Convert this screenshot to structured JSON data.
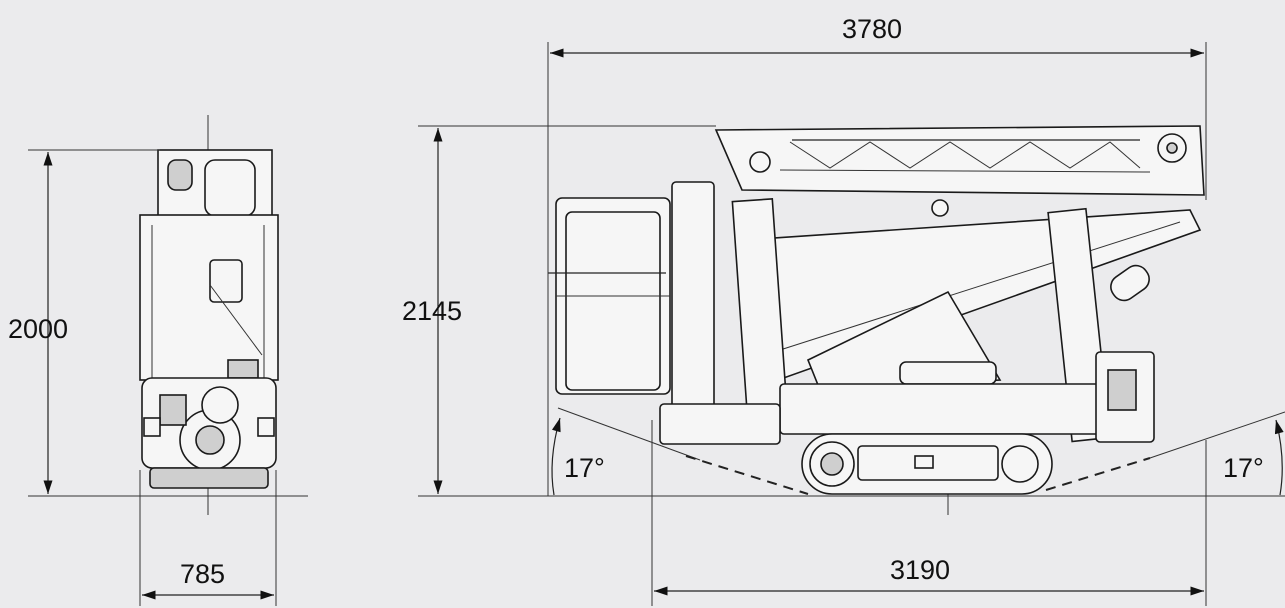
{
  "dimensions": {
    "front_height": "2000",
    "front_width": "785",
    "side_length": "3780",
    "side_height": "2145",
    "track_length": "3190",
    "angle_left": "17°",
    "angle_right": "17°"
  },
  "colors": {
    "background": "#ebebed",
    "line": "#222222",
    "fill": "#f6f6f6"
  }
}
